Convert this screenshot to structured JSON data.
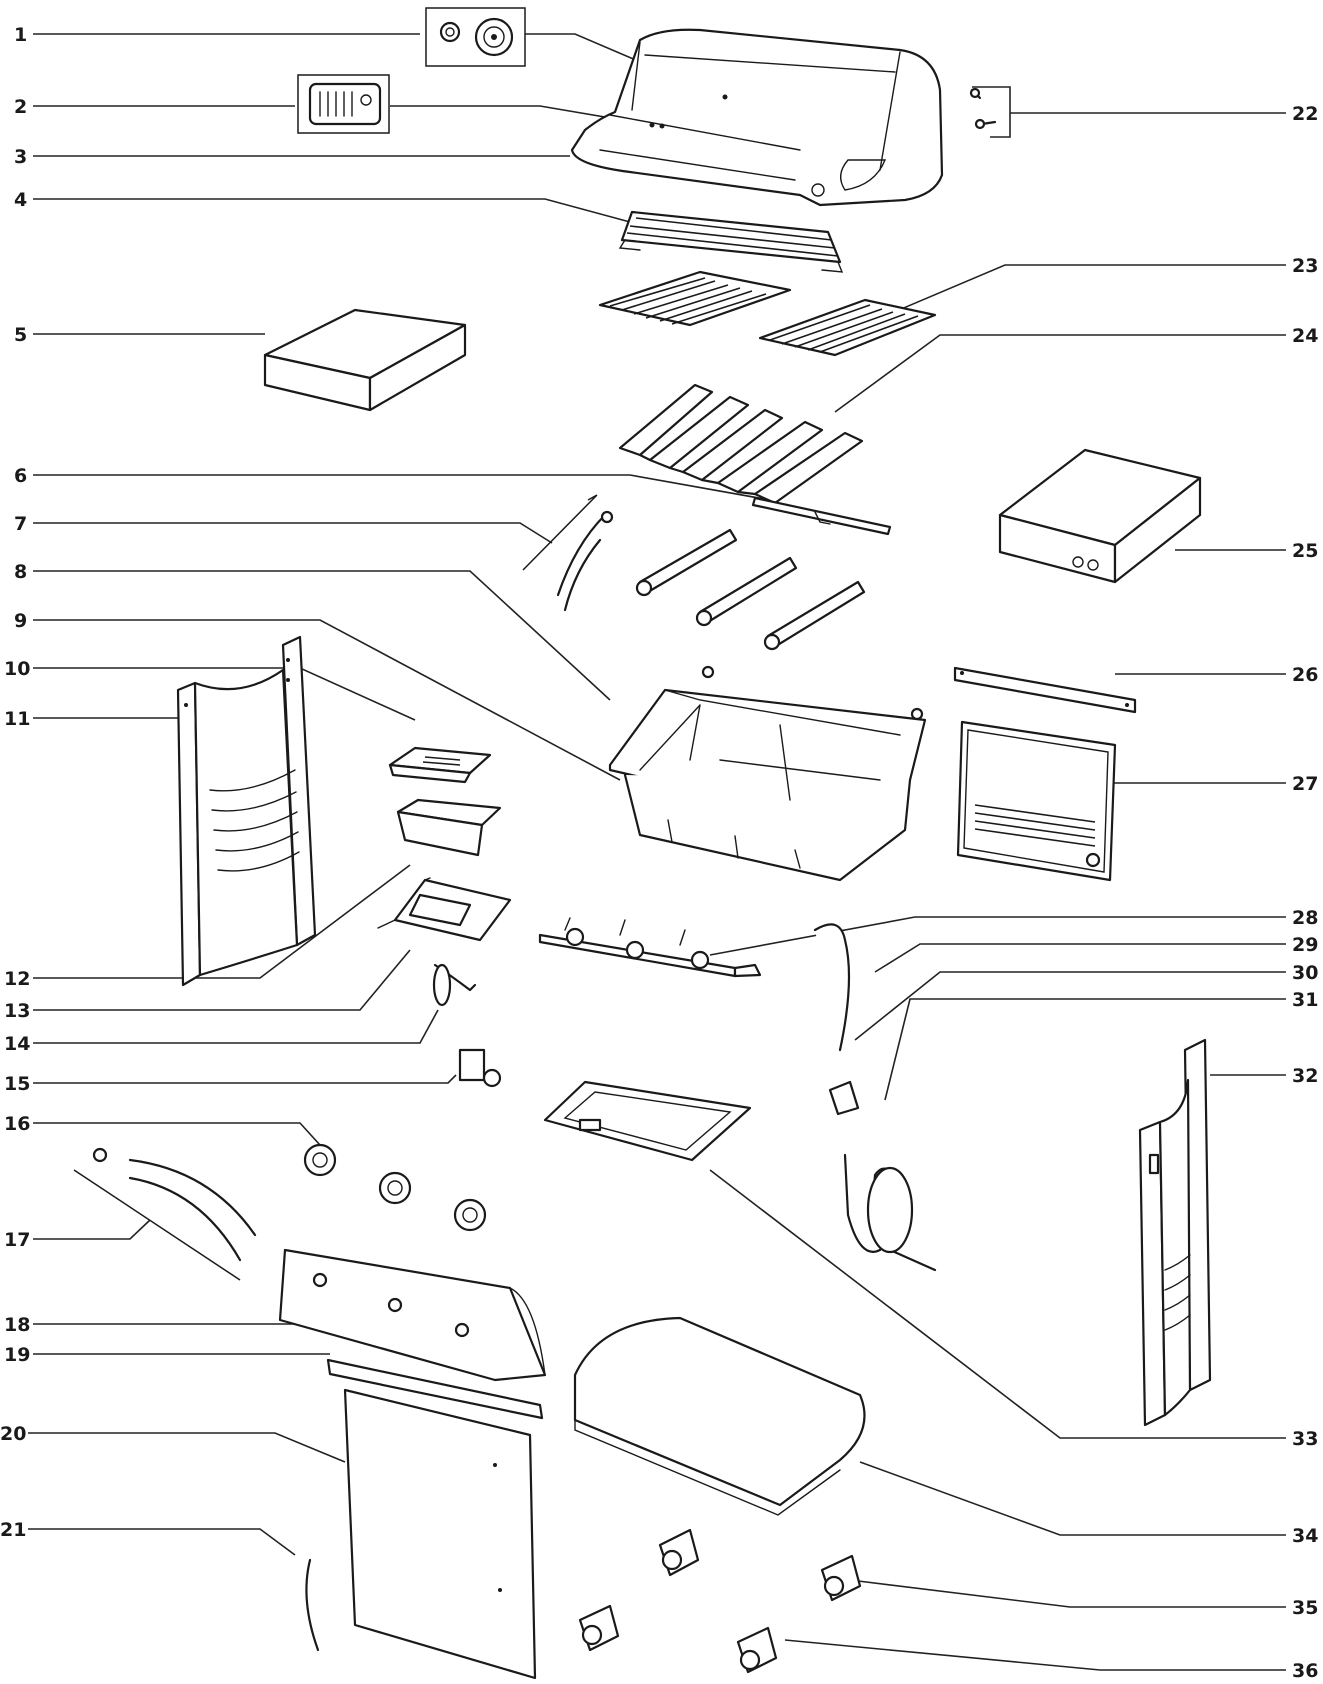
{
  "callouts": {
    "left": [
      "1",
      "2",
      "3",
      "4",
      "5",
      "6",
      "7",
      "8",
      "9",
      "10",
      "11",
      "12",
      "13",
      "14",
      "15",
      "16",
      "17",
      "18",
      "19",
      "20",
      "21"
    ],
    "right": [
      "22",
      "23",
      "24",
      "25",
      "26",
      "27",
      "28",
      "29",
      "30",
      "31",
      "32",
      "33",
      "34",
      "35",
      "36"
    ]
  }
}
